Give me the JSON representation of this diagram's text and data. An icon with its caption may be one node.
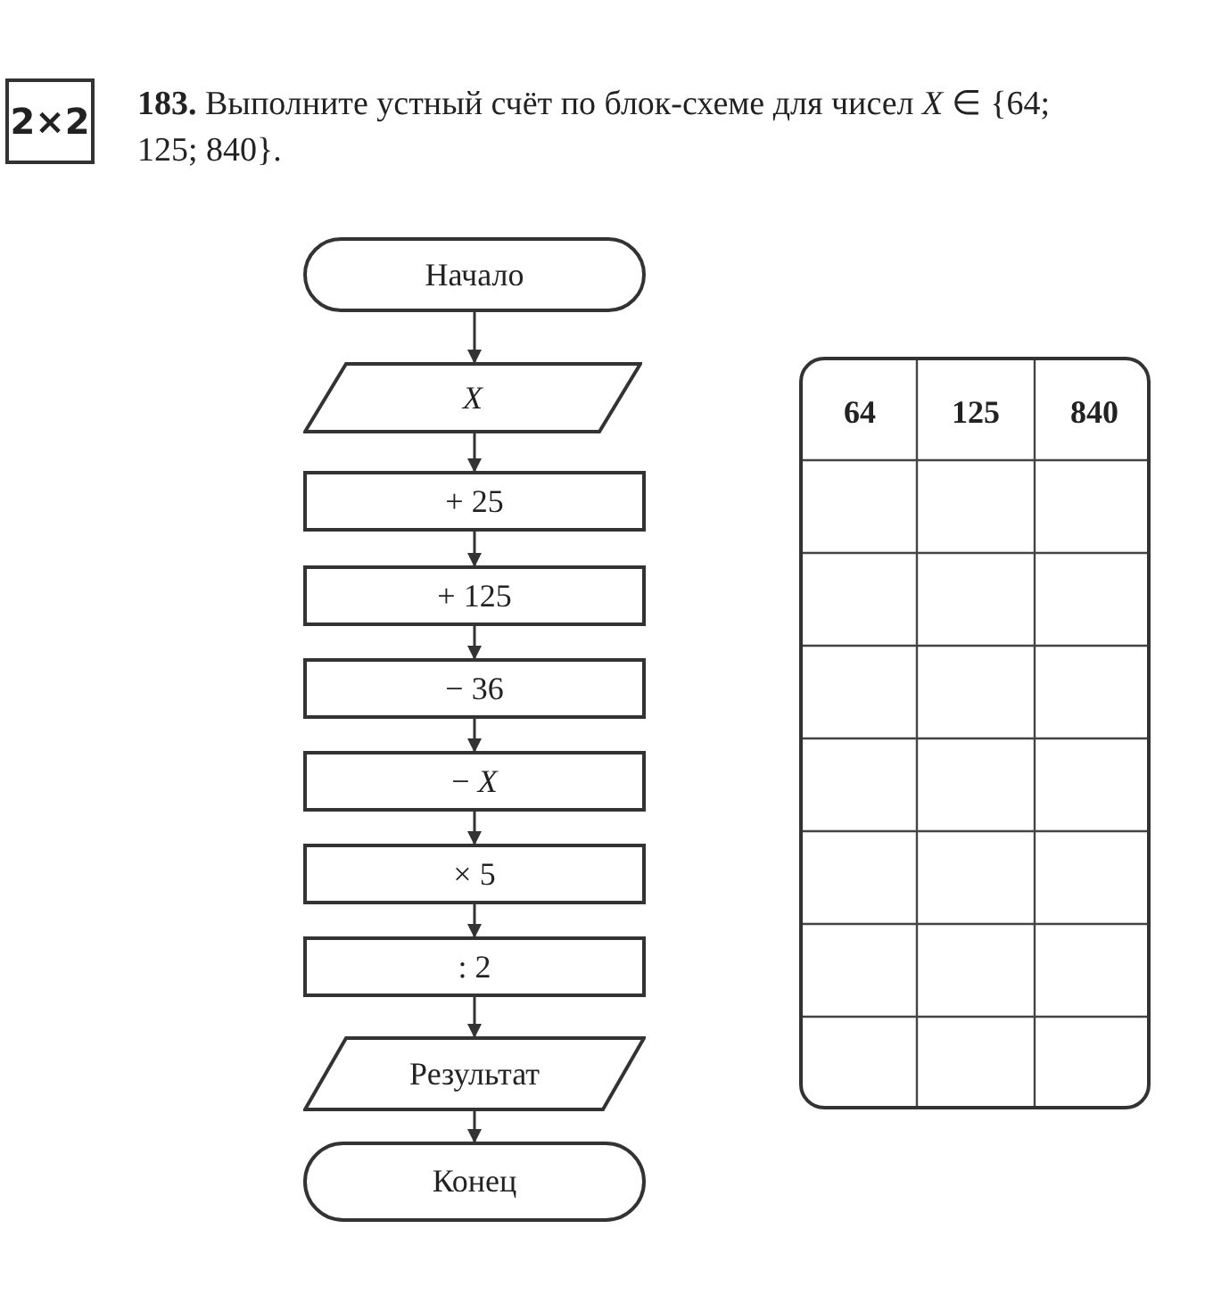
{
  "diagram": {
    "title": "**183.** Выполните устный счёт по блок-схеме для чисел *X* ∈ {64; 125; 840}.",
    "nodes": [
      {
        "text": [
          "Начало"
        ]
      },
      {
        "text": [
          "X"
        ]
      },
      {
        "text": [
          "+ 25"
        ]
      },
      {
        "text": [
          "+ 125"
        ]
      },
      {
        "text": [
          "− 36"
        ]
      },
      {
        "text": [
          "− *X*"
        ]
      },
      {
        "text": [
          "× 5"
        ]
      },
      {
        "text": [
          ": 2"
        ]
      },
      {
        "text": [
          "Результат"
        ]
      },
      {
        "text": [
          "Конец"
        ]
      }
    ],
    "edges": [
      {
        "from": 0,
        "to": 1,
        "arrow": "to"
      },
      {
        "from": 1,
        "to": 2,
        "arrow": "to"
      },
      {
        "from": 2,
        "to": 3,
        "arrow": "to"
      },
      {
        "from": 3,
        "to": 4,
        "arrow": "to"
      },
      {
        "from": 4,
        "to": 5,
        "arrow": "to"
      },
      {
        "from": 5,
        "to": 6,
        "arrow": "to"
      },
      {
        "from": 6,
        "to": 7,
        "arrow": "to"
      },
      {
        "from": 7,
        "to": 8,
        "arrow": "to"
      },
      {
        "from": 8,
        "to": 9,
        "arrow": "to"
      }
    ],
    "labels": [
      "2×2",
      "64",
      "125",
      "840"
    ]
  }
}
